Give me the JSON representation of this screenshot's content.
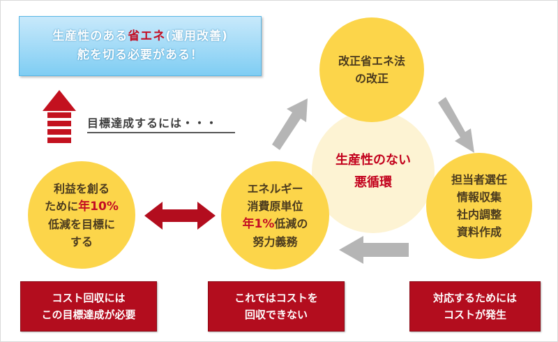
{
  "banner": {
    "line1_pre": "生産性のある",
    "line1_hl": "省エネ",
    "line1_post": "(運用改善)",
    "line2": "舵を切る必要がある！"
  },
  "goal_caption": "目標達成するには・・・",
  "circles": {
    "profit": {
      "line1": "利益を創る",
      "line2_pre": "ために",
      "line2_hl": "年10%",
      "line3": "低減を目標に",
      "line4": "する"
    },
    "energy": {
      "line1": "エネルギー",
      "line2": "消費原単位",
      "line3_hl": "年1%",
      "line3_post": "低減の",
      "line4": "努力義務"
    },
    "law": {
      "line1": "改正省エネ法",
      "line2": "の改正"
    },
    "staff": {
      "line1": "担当者選任",
      "line2": "情報収集",
      "line3": "社内調整",
      "line4": "資料作成"
    },
    "center": {
      "line1": "生産性のない",
      "line2": "悪循環"
    }
  },
  "boxes": {
    "cost_recover": {
      "line1": "コスト回収には",
      "line2": "この目標達成が必要"
    },
    "cannot_recover": {
      "line1": "これではコストを",
      "line2": "回収できない"
    },
    "cost_occurs": {
      "line1": "対応するためには",
      "line2": "コストが発生"
    }
  },
  "colors": {
    "circle_yellow": "#fcd54a",
    "center_fill": "#fdf3d3",
    "accent_red": "#c30d23",
    "box_red": "#b30d1e",
    "banner_blue": "#7fcdf3",
    "arrow_gray": "#b5b5b5"
  }
}
